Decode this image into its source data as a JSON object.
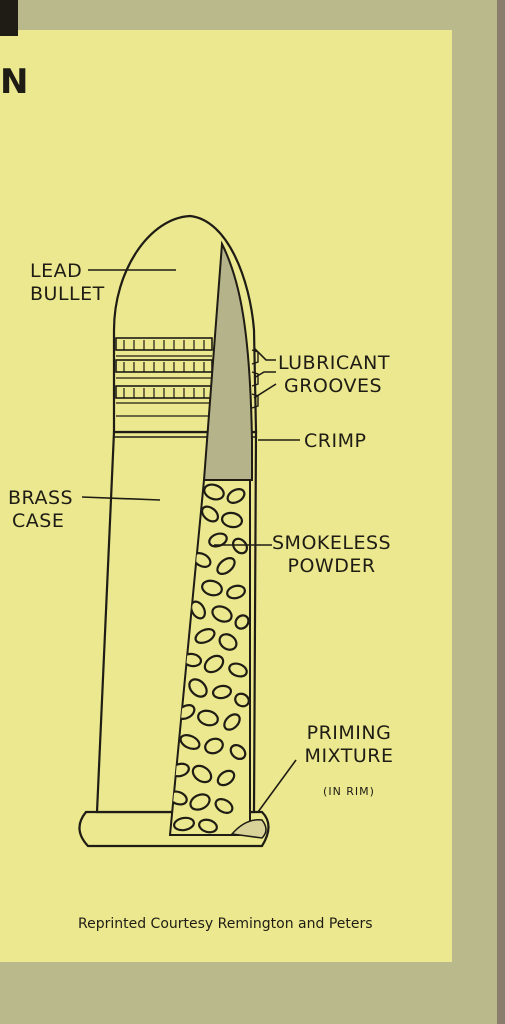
{
  "title_fragment": "N",
  "labels": {
    "lead_bullet": [
      "LEAD",
      "BULLET"
    ],
    "lubricant_grooves": [
      "LUBRICANT",
      "GROOVES"
    ],
    "crimp": "CRIMP",
    "brass_case": [
      "BRASS",
      "CASE"
    ],
    "smokeless_powder": [
      "SMOKELESS",
      "POWDER"
    ],
    "priming_mixture": [
      "PRIMING",
      "MIXTURE"
    ],
    "priming_note": "(IN RIM)"
  },
  "credit": "Reprinted Courtesy Remington and Peters",
  "colors": {
    "paper": "#ece88f",
    "border": "#b9b98c",
    "ink": "#1e1c14",
    "cutaway": "#b5b38a"
  }
}
